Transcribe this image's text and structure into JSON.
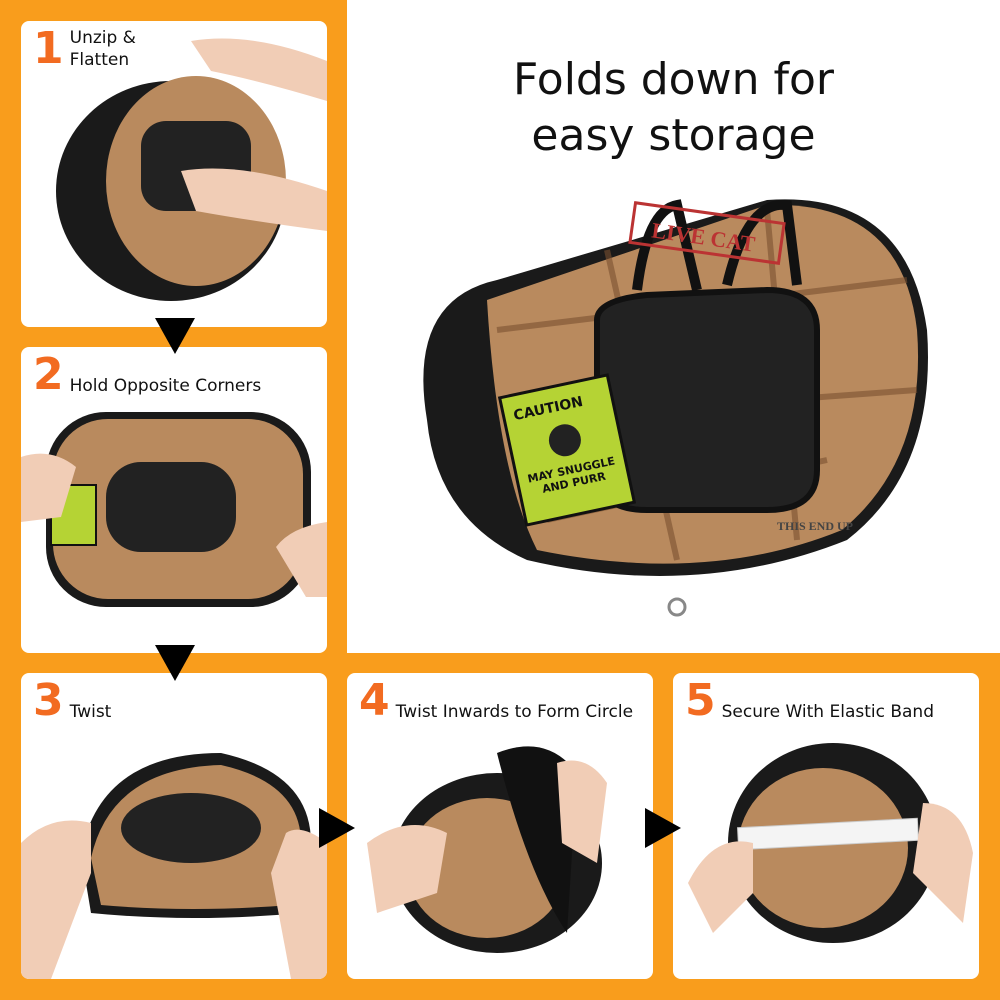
{
  "hero": {
    "title": "Folds down for\neasy storage",
    "bag_print": [
      "LIVE CAT",
      "CAUTION",
      "MAY SNUGGLE AND PURR",
      "THIS END UP"
    ]
  },
  "steps": [
    {
      "number": "1",
      "label": "Unzip &\nFlatten"
    },
    {
      "number": "2",
      "label": "Hold Opposite Corners"
    },
    {
      "number": "3",
      "label": "Twist"
    },
    {
      "number": "4",
      "label": "Twist Inwards to Form Circle"
    },
    {
      "number": "5",
      "label": "Secure With Elastic Band"
    }
  ],
  "colors": {
    "background": "#F99D1C",
    "step_number": "#F26B21",
    "panel": "#FFFFFF",
    "wood": "#B98A5E",
    "mesh": "#1A1A1A",
    "caution": "#B5D334"
  }
}
